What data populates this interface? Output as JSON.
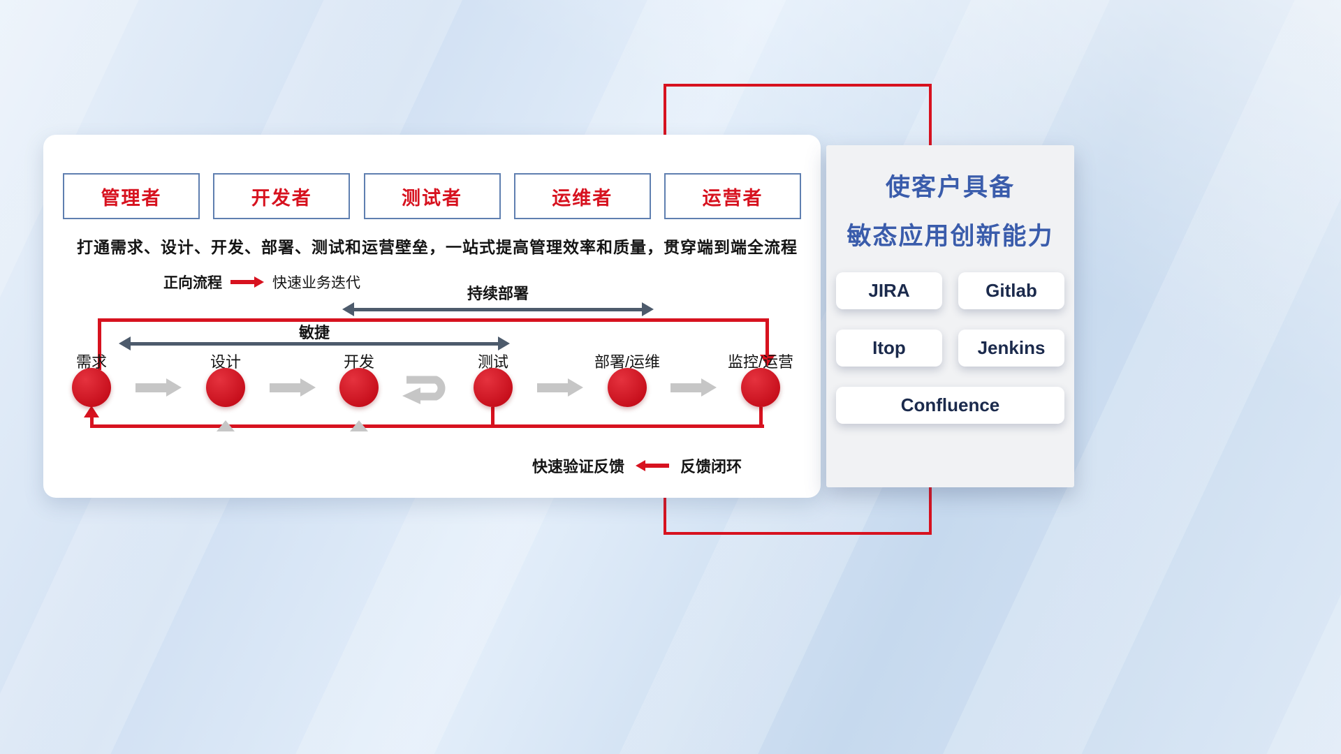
{
  "roles": [
    {
      "label": "管理者"
    },
    {
      "label": "开发者"
    },
    {
      "label": "测试者"
    },
    {
      "label": "运维者"
    },
    {
      "label": "运营者"
    }
  ],
  "description": "打通需求、设计、开发、部署、测试和运营壁垒，一站式提高管理效率和质量，贯穿端到端全流程",
  "legend_forward": {
    "label": "正向流程",
    "value": "快速业务迭代"
  },
  "flow": {
    "continuous_deploy_label": "持续部署",
    "agile_label": "敏捷",
    "nodes": [
      "需求",
      "设计",
      "开发",
      "测试",
      "部署/运维",
      "监控/运营"
    ],
    "feedback_text": "快速验证反馈",
    "feedback_loop_label": "反馈闭环"
  },
  "panel": {
    "title_line1": "使客户具备",
    "title_line2": "敏态应用创新能力",
    "tools": [
      "JIRA",
      "Gitlab",
      "Itop",
      "Jenkins",
      "Confluence"
    ]
  },
  "colors": {
    "accent_red": "#d7121f",
    "slate_arrow": "#4d5b6c",
    "gray_arrow": "#c6c6c6",
    "title_blue": "#3a5cab",
    "tool_text_navy": "#1b2a4c"
  }
}
